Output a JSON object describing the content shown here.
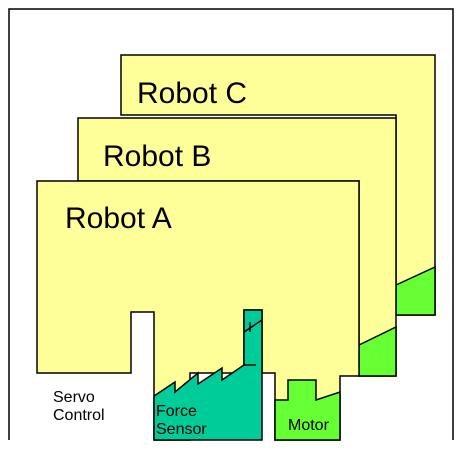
{
  "diagram": {
    "robots": [
      {
        "label": "Robot C"
      },
      {
        "label": "Robot B"
      },
      {
        "label": "Robot A"
      }
    ],
    "modules": {
      "servo_control": {
        "line1": "Servo",
        "line2": "Control"
      },
      "force_sensor": {
        "line1": "Force",
        "line2": "Sensor"
      },
      "motor": {
        "label": "Motor"
      }
    }
  },
  "colors": {
    "card_fill": "#ffff99",
    "force_sensor_fill": "#00cc99",
    "motor_fill": "#66ff33",
    "outline": "#000000",
    "background": "#ffffff"
  }
}
